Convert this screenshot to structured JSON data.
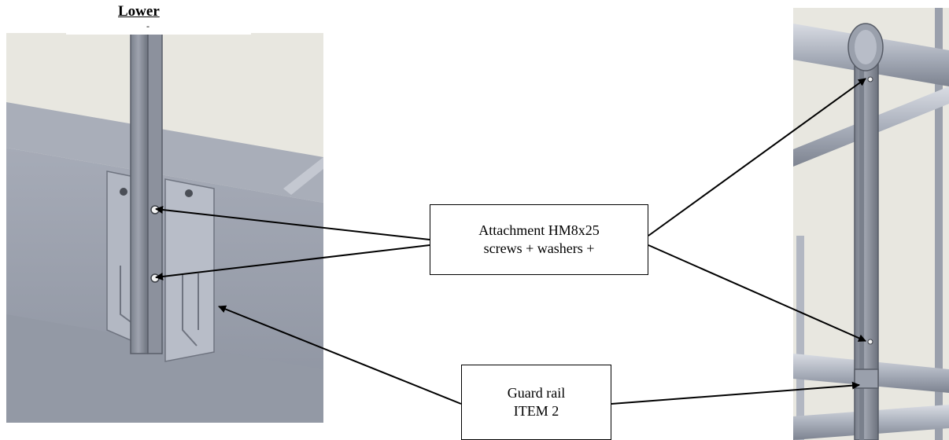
{
  "heading": {
    "title": "Lower",
    "subtitle": "-"
  },
  "callouts": {
    "attachment": {
      "line1": "Attachment HM8x25",
      "line2": "screws + washers +"
    },
    "guard_rail": {
      "line1": "Guard rail",
      "line2": "ITEM 2"
    }
  },
  "colors": {
    "background_wall": "#e8e7e0",
    "steel_light": "#b9bdc8",
    "steel_mid": "#9aa0ac",
    "steel_dark": "#6e7480",
    "arrow": "#000000"
  }
}
